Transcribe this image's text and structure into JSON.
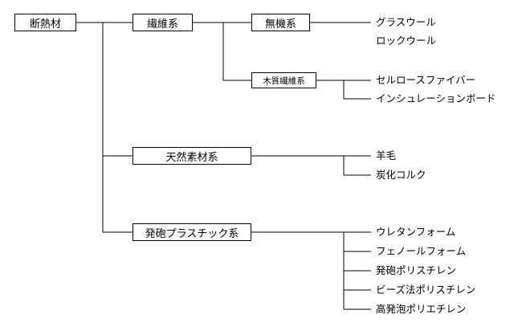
{
  "root": {
    "label": "断熱材"
  },
  "categories": [
    {
      "label": "繊維系"
    },
    {
      "label": "天然素材系"
    },
    {
      "label": "発砲プラスチック系"
    }
  ],
  "subcategories": [
    {
      "label": "無機系"
    },
    {
      "label": "木質繊維系"
    }
  ],
  "materials": {
    "inorganic": [
      "グラスウール",
      "ロックウール"
    ],
    "wood_fiber": [
      "セルロースファイバー",
      "インシュレーションボード"
    ],
    "natural": [
      "羊毛",
      "炭化コルク"
    ],
    "foam_plastic": [
      "ウレタンフォーム",
      "フェノールフォーム",
      "発砲ポリスチレン",
      "ビーズ法ポリスチレン",
      "高発泡ポリエチレン"
    ]
  }
}
